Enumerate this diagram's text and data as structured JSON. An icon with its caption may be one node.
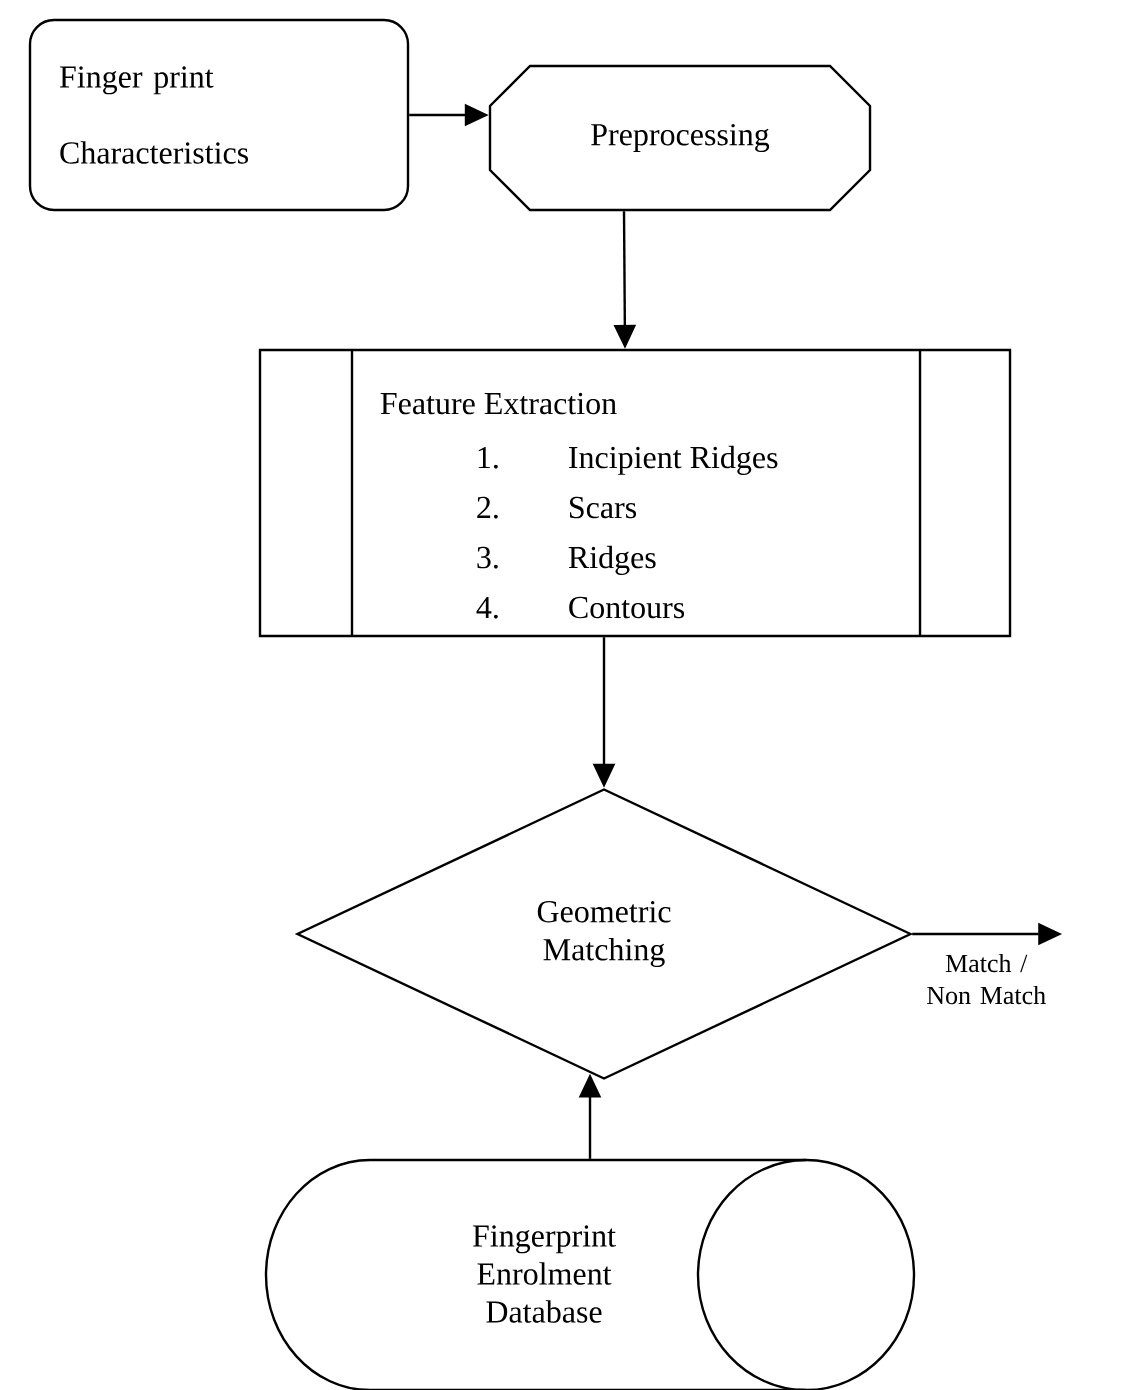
{
  "diagram": {
    "nodes": [
      {
        "text": [
          "Finger print Characteristics"
        ]
      },
      {
        "text": [
          "Preprocessing"
        ]
      },
      {
        "text": [
          "Feature Extraction",
          "1.",
          "Incipient Ridges",
          "2.",
          "Scars",
          "3.",
          "Ridges",
          "4.",
          "Contours"
        ]
      },
      {
        "text": [
          "Geometric Matching"
        ]
      },
      {
        "text": [
          "Fingerprint Enrolment Database"
        ]
      }
    ],
    "edges": [
      {
        "from": 0,
        "to": 1,
        "arrow": "to"
      },
      {
        "from": 1,
        "to": 2,
        "arrow": "to"
      },
      {
        "from": 2,
        "to": 3,
        "arrow": "to"
      },
      {
        "from": 4,
        "to": 3,
        "arrow": "to"
      },
      {
        "from": 3,
        "to": null,
        "arrow": "to",
        "label": "Match / Non Match"
      }
    ]
  }
}
